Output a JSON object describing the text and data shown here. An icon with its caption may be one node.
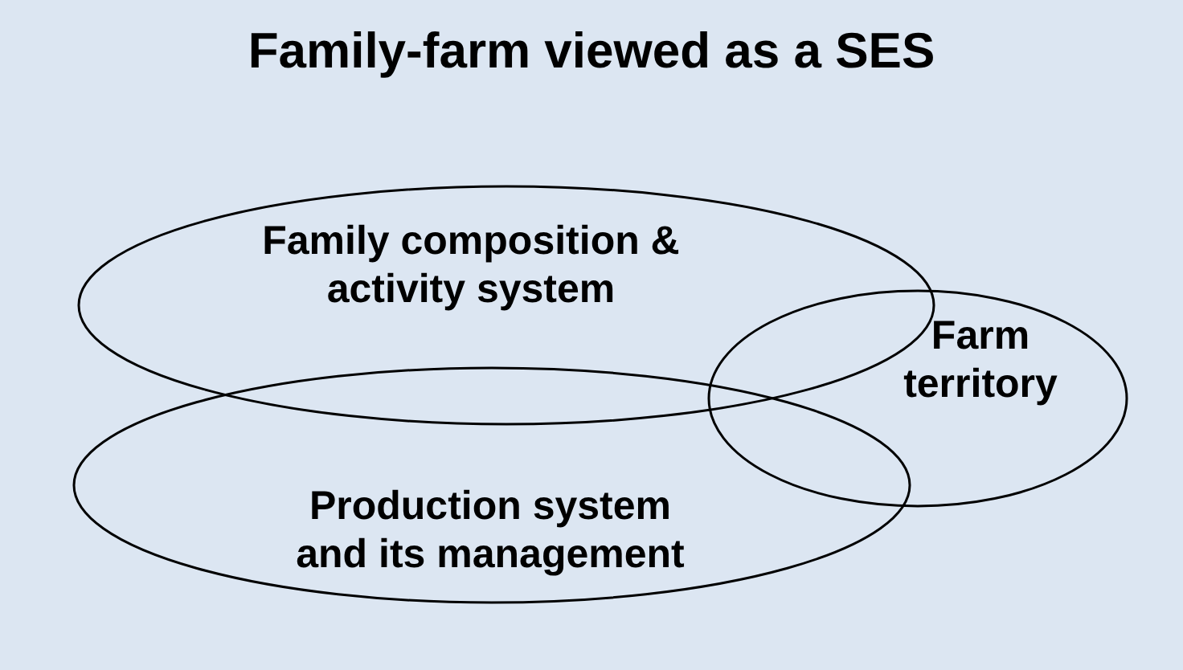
{
  "diagram": {
    "title": "Family-farm viewed as a SES",
    "nodes": [
      {
        "text": [
          "Family composition & activity system"
        ]
      },
      {
        "text": [
          "Production system and its management"
        ]
      },
      {
        "text": [
          "Farm territory"
        ]
      }
    ]
  }
}
